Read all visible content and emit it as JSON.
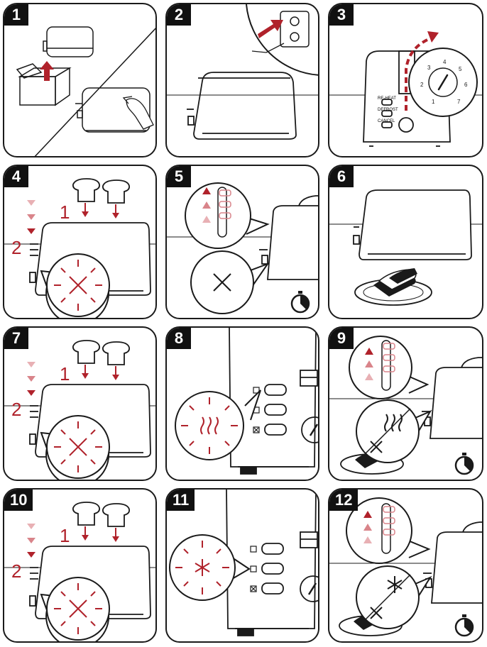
{
  "colors": {
    "accent": "#b0222b",
    "accent_light": "#d9848a",
    "ink": "#1a1a1a"
  },
  "panels": [
    {
      "number": "1"
    },
    {
      "number": "2"
    },
    {
      "number": "3"
    },
    {
      "number": "4"
    },
    {
      "number": "5"
    },
    {
      "number": "6"
    },
    {
      "number": "7"
    },
    {
      "number": "8"
    },
    {
      "number": "9"
    },
    {
      "number": "10"
    },
    {
      "number": "11"
    },
    {
      "number": "12"
    }
  ],
  "labels": {
    "step_one": "1",
    "step_two": "2",
    "dial_numbers": [
      "1",
      "2",
      "3",
      "4",
      "5",
      "6",
      "7"
    ],
    "button_texts": [
      "RE-HEAT",
      "DEFROST",
      "CANCEL"
    ]
  },
  "icons": {
    "unpack": "box-arrow-icon",
    "wipe": "cloth-hand-icon",
    "plug": "wall-socket-icon",
    "dial": "browning-dial-icon",
    "bread": "bread-slice-icon",
    "lever": "lever-icon",
    "cancel": "x-icon",
    "timer": "stopwatch-icon",
    "reheat": "heat-waves-icon",
    "defrost": "snowflake-icon"
  }
}
